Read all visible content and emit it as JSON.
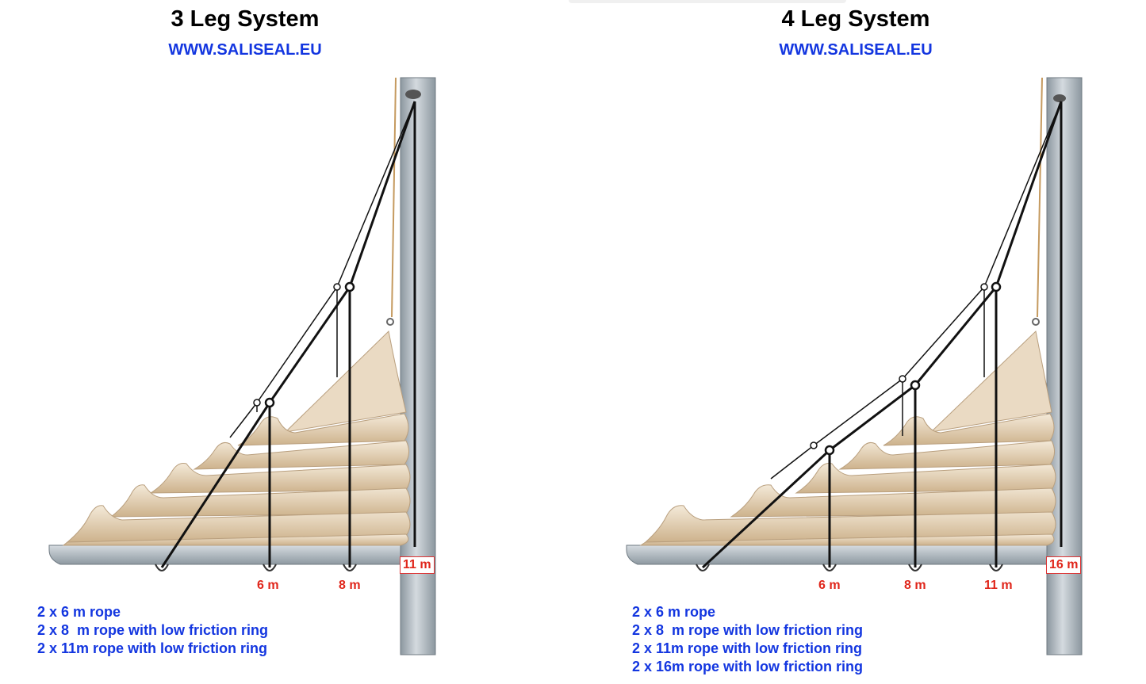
{
  "panels": [
    {
      "title": "3 Leg System",
      "url": "WWW.SALISEAL.EU",
      "distances": [
        "6 m",
        "8 m"
      ],
      "mast_distance": "11 m",
      "legend": [
        "2 x 6 m rope",
        "2 x 8  m rope with low friction ring",
        "2 x 11m rope with low friction ring"
      ]
    },
    {
      "title": "4 Leg System",
      "url": "WWW.SALISEAL.EU",
      "distances": [
        "6 m",
        "8 m",
        "11 m"
      ],
      "mast_distance": "16 m",
      "legend": [
        "2 x 6 m rope",
        "2 x 8  m rope with low friction ring",
        "2 x 11m rope with low friction ring",
        "2 x 16m rope with low friction ring"
      ]
    }
  ],
  "colors": {
    "title": "#000000",
    "url": "#1336e0",
    "distance": "#e0261b",
    "legend": "#1336e0",
    "sail": "#e8d6bd",
    "mast": "#a8b2b9"
  }
}
